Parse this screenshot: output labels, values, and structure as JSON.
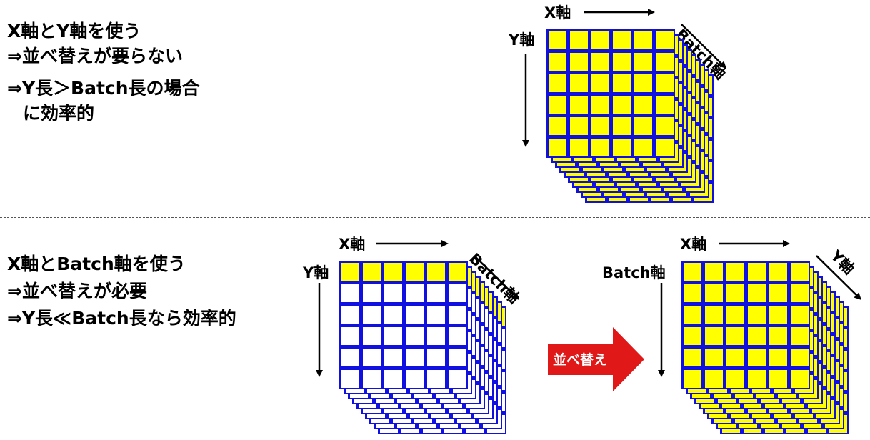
{
  "top": {
    "lines": [
      "X軸とY軸を使う",
      "⇒並べ替えが要らない",
      "⇒Y長＞Batch長の場合",
      "に効率的"
    ],
    "x_axis": "X軸",
    "y_axis": "Y軸",
    "batch_axis": "Batch軸"
  },
  "bottom": {
    "lines": [
      "X軸とBatch軸を使う",
      "⇒並べ替えが必要",
      "⇒Y長≪Batch長なら効率的"
    ],
    "left_x_axis": "X軸",
    "left_y_axis": "Y軸",
    "left_batch_axis": "Batch軸",
    "arrow_label": "並べ替え",
    "right_x_axis": "X軸",
    "right_vertical_axis": "Batch軸",
    "right_diagonal_axis": "Y軸"
  },
  "colors": {
    "grid_border": "#1010e0",
    "cell_fill": "#ffff00",
    "cell_empty": "#ffffff",
    "arrow": "#e11818"
  }
}
